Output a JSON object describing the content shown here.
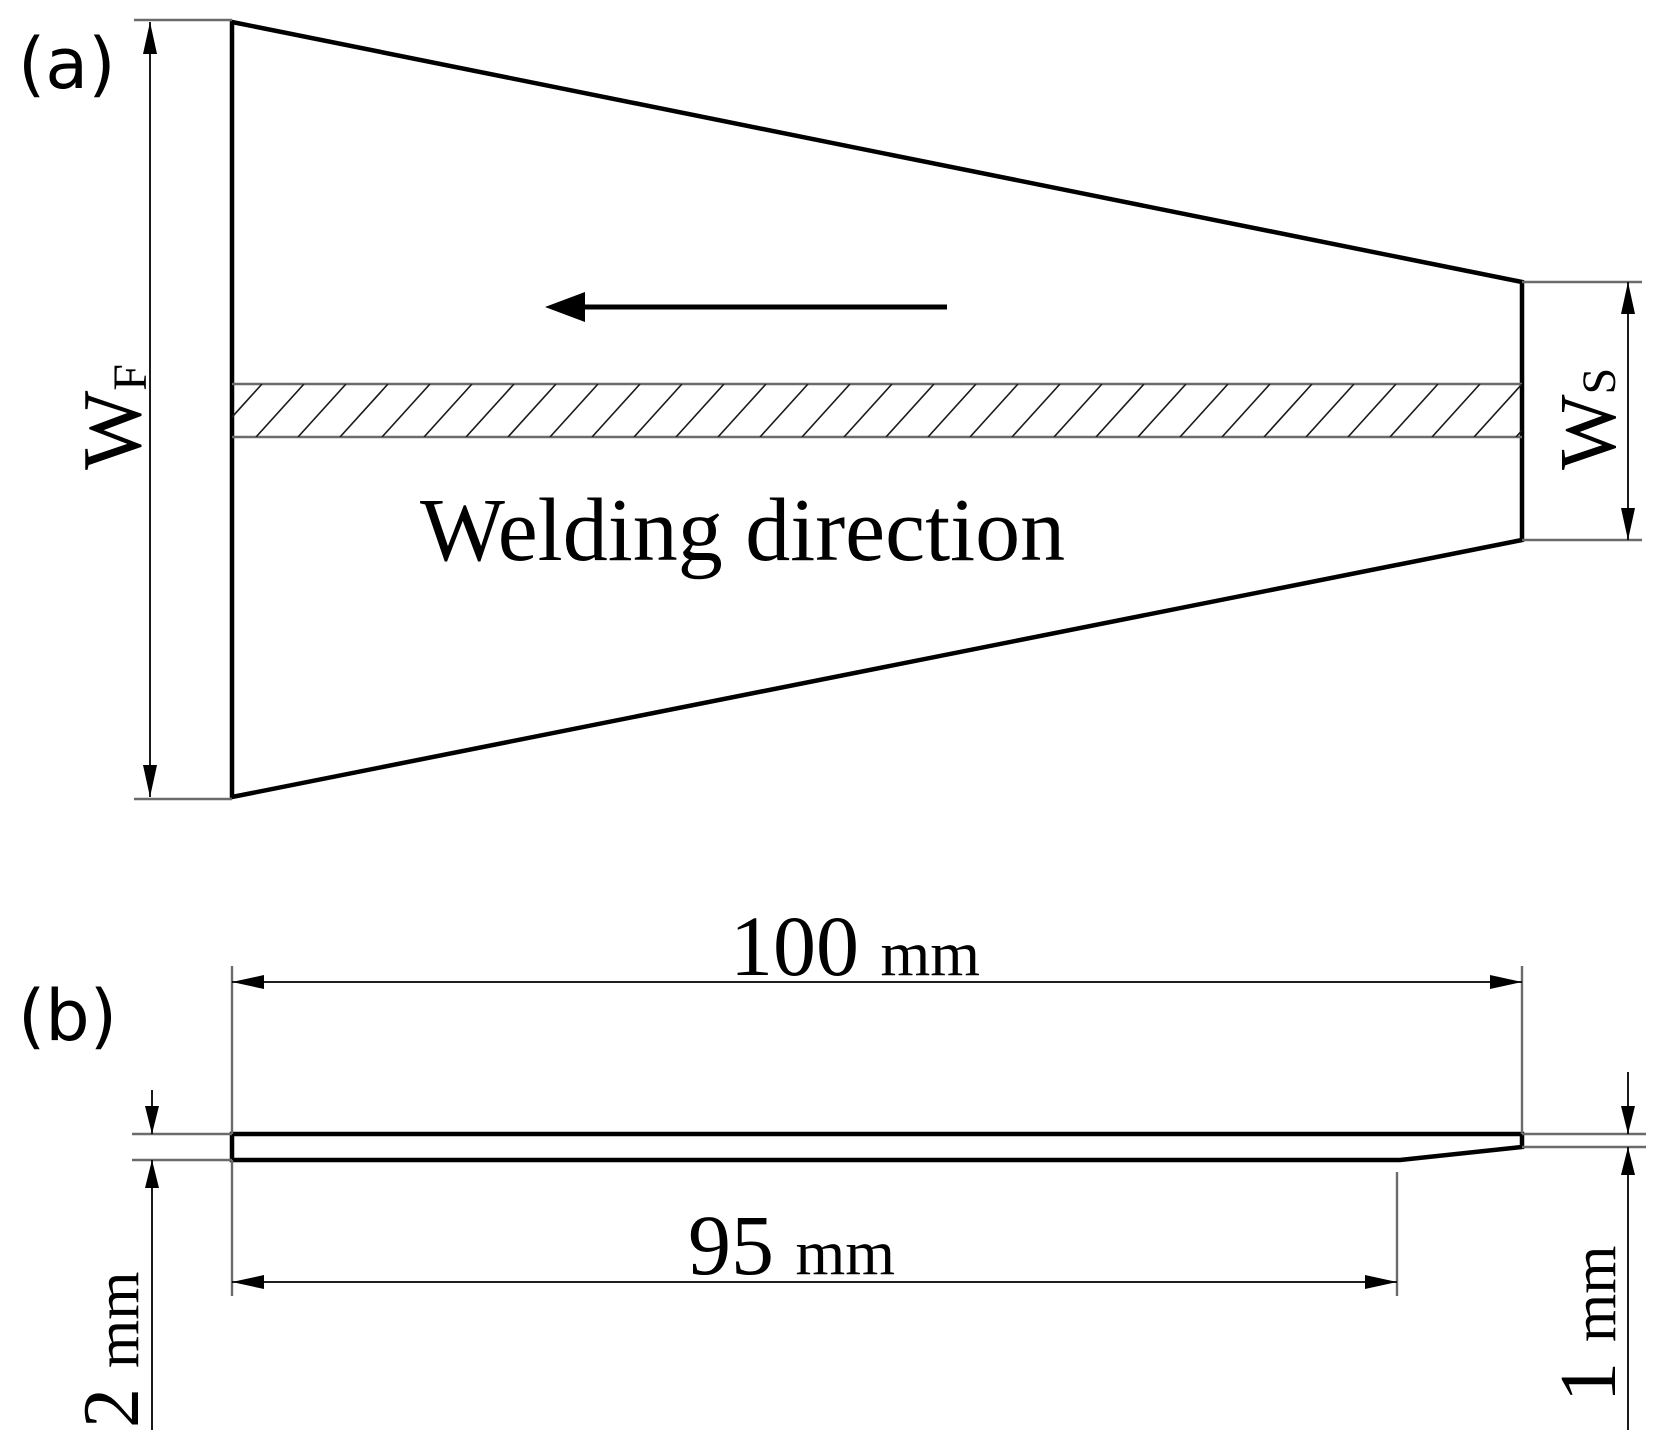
{
  "panel_a": {
    "label": "(a)",
    "arrow_label": "Welding direction",
    "dim_front": {
      "main": "W",
      "sub": "F"
    },
    "dim_start": {
      "main": "W",
      "sub": "S"
    }
  },
  "panel_b": {
    "label": "(b)",
    "dim_length_total": {
      "value": "100",
      "unit": "mm"
    },
    "dim_length_taper_start": {
      "value": "95",
      "unit": "mm"
    },
    "dim_thickness_left": {
      "value": "2",
      "unit": "mm"
    },
    "dim_thickness_right": {
      "value": "1",
      "unit": "mm"
    }
  },
  "colors": {
    "line": "#000000",
    "dimension_line": "#6b6b6b",
    "background": "#ffffff"
  }
}
